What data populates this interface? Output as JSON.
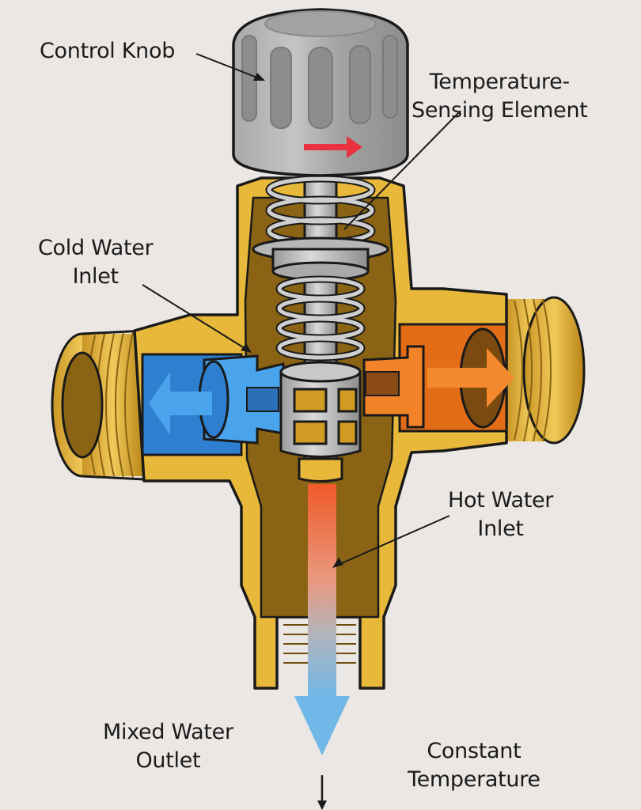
{
  "diagram": {
    "subject": "Thermostatic mixing valve cutaway",
    "labels": {
      "control_knob": "Control Knob",
      "temperature_sensing": [
        "Temperature-",
        "Sensing Element"
      ],
      "cold_water_inlet": [
        "Cold Water",
        "Inlet"
      ],
      "hot_water_inlet": [
        "Hot Water",
        "Inlet"
      ],
      "mixed_water_outlet": [
        "Mixed Water",
        "Outlet"
      ],
      "constant_temperature": [
        "Constant",
        "Temperature"
      ]
    },
    "icons": {
      "knob_direction": "red-arrow-right-icon",
      "cold_flow": "blue-arrow-left-icon",
      "hot_flow": "orange-arrow-right-icon",
      "mixed_flow": "gradient-arrow-down-icon",
      "output_direction": "black-arrow-down-icon"
    },
    "colors": {
      "background": "#ebe7e4",
      "brass": "#e8b83a",
      "brass_dark": "#8a6414",
      "steel": "#b9b9b9",
      "knob": "#9d9d9d",
      "cold": "#3b8fdc",
      "hot": "#f07a1e",
      "red_indicator": "#e8333f",
      "mixed_top": "#ef5a2a",
      "mixed_bottom": "#6fb8e8"
    }
  }
}
